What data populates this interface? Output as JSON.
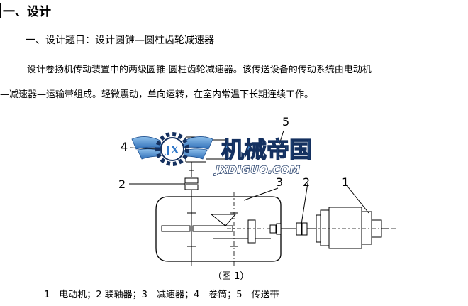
{
  "heading": "一、设计",
  "subheading": "一、设计题目：设计圆锥—圆柱齿轮减速器",
  "paragraph": {
    "line1": "设计卷扬机传动装置中的两级圆锥-圆柱齿轮减速器。该传送设备的传动系统由电动机",
    "line2": "—减速器—运输带组成。轻微震动，单向运转，在室内常温下长期连续工作。"
  },
  "watermark": {
    "logo_text": "JX",
    "brand": "机械帝国",
    "url": "JXDIGUO.COM",
    "colors": {
      "brand_blue": "#2f77c8",
      "dark_blue": "#14305f"
    }
  },
  "figure": {
    "callouts": [
      "5",
      "4",
      "2",
      "3",
      "2",
      "1"
    ],
    "caption": "（图 1）",
    "legend": "1—电动机；2 联轴器；3—减速器；4—卷筒；5—传送带"
  }
}
